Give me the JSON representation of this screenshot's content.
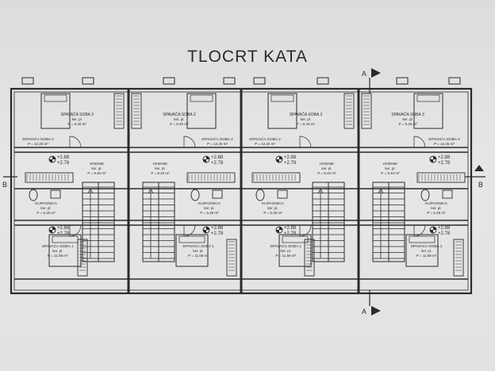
{
  "title": "TLOCRT KATA",
  "section_marks": {
    "top": "A",
    "bottom": "A",
    "left": "B",
    "right": "B"
  },
  "units": [
    {
      "bed3": {
        "name": "SPAVAĆA SOBA 3",
        "floor": "ker. pl.",
        "area": "P = 9.40 m²"
      },
      "bed2": {
        "name": "SPAVAĆA SOBA 2",
        "floor": "ker. pl.",
        "area": "P = 12.25 m²"
      },
      "hall": {
        "name": "HODNIK",
        "floor": "ker. pl.",
        "area": "P = 9.40 m²"
      },
      "bath": {
        "name": "KUPAONICA",
        "floor": "ker. pl.",
        "area": "P = 5.25 m²"
      },
      "bed1": {
        "name": "SPAVAĆA SOBA 1",
        "floor": "ker. pl.",
        "area": "P = 11.59 m²"
      },
      "lvl_top": {
        "a": "+2.88",
        "b": "+2.78"
      },
      "lvl_bot": {
        "a": "+2.88",
        "b": "+2.78"
      }
    },
    {
      "bed3": {
        "name": "SPAVAĆA SOBA 3",
        "floor": "ker. pl.",
        "area": "P = 9.40 m²"
      },
      "bed2": {
        "name": "SPAVAĆA SOBA 2",
        "floor": "ker. pl.",
        "area": "P = 12.25 m²"
      },
      "hall": {
        "name": "HODNIK",
        "floor": "ker. pl.",
        "area": "P = 9.40 m²"
      },
      "bath": {
        "name": "KUPAONICA",
        "floor": "ker. pl.",
        "area": "P = 5.25 m²"
      },
      "bed1": {
        "name": "SPAVAĆA SOBA 1",
        "floor": "ker. pl.",
        "area": "P = 11.59 m²"
      },
      "lvl_top": {
        "a": "+2.88",
        "b": "+2.78"
      },
      "lvl_bot": {
        "a": "+2.88",
        "b": "+2.78"
      }
    },
    {
      "bed3": {
        "name": "SPAVAĆA SOBA 3",
        "floor": "ker. pl.",
        "area": "P = 9.40 m²"
      },
      "bed2": {
        "name": "SPAVAĆA SOBA 2",
        "floor": "ker. pl.",
        "area": "P = 12.25 m²"
      },
      "hall": {
        "name": "HODNIK",
        "floor": "ker. pl.",
        "area": "P = 9.40 m²"
      },
      "bath": {
        "name": "KUPAONICA",
        "floor": "ker. pl.",
        "area": "P = 5.25 m²"
      },
      "bed1": {
        "name": "SPAVAĆA SOBA 1",
        "floor": "ker. pl.",
        "area": "P = 11.59 m²"
      },
      "lvl_top": {
        "a": "+2.88",
        "b": "+2.78"
      },
      "lvl_bot": {
        "a": "+2.88",
        "b": "+2.78"
      }
    },
    {
      "bed3": {
        "name": "SPAVAĆA SOBA 3",
        "floor": "ker. pl.",
        "area": "P = 9.40 m²"
      },
      "bed2": {
        "name": "SPAVAĆA SOBA 2",
        "floor": "ker. pl.",
        "area": "P = 12.25 m²"
      },
      "hall": {
        "name": "HODNIK",
        "floor": "ker. pl.",
        "area": "P = 9.40 m²"
      },
      "bath": {
        "name": "KUPAONICA",
        "floor": "ker. pl.",
        "area": "P = 5.25 m²"
      },
      "bed1": {
        "name": "SPAVAĆA SOBA 1",
        "floor": "ker. pl.",
        "area": "P = 11.59 m²"
      },
      "lvl_top": {
        "a": "+2.88",
        "b": "+2.78"
      },
      "lvl_bot": {
        "a": "+2.88",
        "b": "+2.78"
      }
    }
  ]
}
